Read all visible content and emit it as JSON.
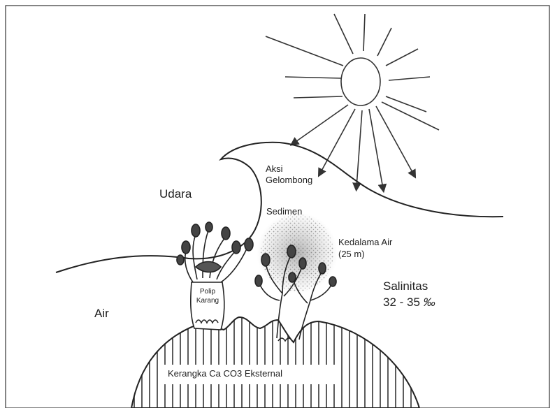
{
  "diagram": {
    "labels": {
      "air_above": "Udara",
      "wave_action_1": "Aksi",
      "wave_action_2": "Gelombong",
      "sediment": "Sedimen",
      "depth_1": "Kedalama Air",
      "depth_2": "(25 m)",
      "salinity_1": "Salinitas",
      "salinity_2": "32 - 35",
      "salinity_unit": "‰",
      "water": "Air",
      "polyp_1": "Polip",
      "polyp_2": "Karang",
      "skeleton": "Kerangka Ca CO3 Eksternal"
    },
    "icons": [
      "sun-icon",
      "wave-icon",
      "coral-polyp-icon",
      "reef-mound-icon"
    ]
  }
}
